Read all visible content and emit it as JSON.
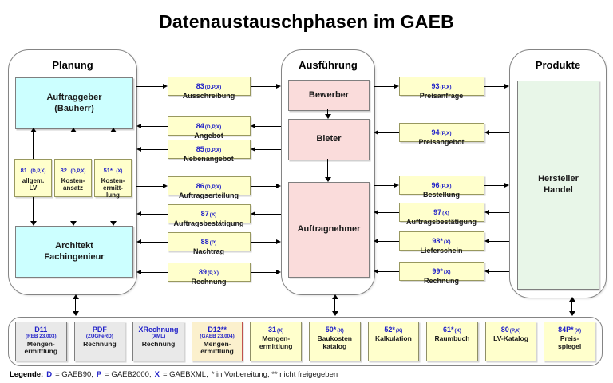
{
  "title": "Datenaustauschphasen im GAEB",
  "colors": {
    "code_blue": "#2121c8",
    "yellow_fill": "#ffffcc",
    "yellow_border": "#98985f",
    "cyan_fill": "#ccffff",
    "pink_fill": "#fadcdb",
    "green_fill": "#e8f6e8",
    "gray_fill": "#e9e9e9",
    "highlight_border": "#c0504d",
    "container_border": "#848484"
  },
  "phases": {
    "planung": {
      "label": "Planung",
      "top_box": "Auftraggeber\n(Bauherr)",
      "bottom_box": "Architekt\nFachingenieur",
      "docs": [
        {
          "code": "81",
          "formats": "(D,P,X)",
          "name": "allgem.\nLV"
        },
        {
          "code": "82",
          "formats": "(D,P,X)",
          "name": "Kosten-\nansatz"
        },
        {
          "code": "51*",
          "formats": "(X)",
          "name": "Kosten-\nermitt-\nlung"
        }
      ]
    },
    "ausfuehrung": {
      "label": "Ausführung",
      "boxes": [
        "Bewerber",
        "Bieter",
        "Auftragnehmer"
      ]
    },
    "produkte": {
      "label": "Produkte",
      "box": "Hersteller\nHandel"
    }
  },
  "left_flows": [
    {
      "code": "83",
      "formats": "(D,P,X)",
      "name": "Ausschreibung",
      "dir": "right"
    },
    {
      "code": "84",
      "formats": "(D,P,X)",
      "name": "Angebot",
      "dir": "left"
    },
    {
      "code": "85",
      "formats": "(D,P,X)",
      "name": "Nebenangebot",
      "dir": "left"
    },
    {
      "code": "86",
      "formats": "(D,P,X)",
      "name": "Auftragserteilung",
      "dir": "right"
    },
    {
      "code": "87",
      "formats": "(X)",
      "name": "Auftragsbestätigung",
      "dir": "left"
    },
    {
      "code": "88",
      "formats": "(P)",
      "name": "Nachtrag",
      "dir": "both"
    },
    {
      "code": "89",
      "formats": "(P,X)",
      "name": "Rechnung",
      "dir": "both"
    }
  ],
  "right_flows": [
    {
      "code": "93",
      "formats": "(P,X)",
      "name": "Preisanfrage",
      "dir": "right"
    },
    {
      "code": "94",
      "formats": "(P,X)",
      "name": "Preisangebot",
      "dir": "left"
    },
    {
      "code": "96",
      "formats": "(P,X)",
      "name": "Bestellung",
      "dir": "right"
    },
    {
      "code": "97",
      "formats": "(X)",
      "name": "Auftragsbestätigung",
      "dir": "left"
    },
    {
      "code": "98*",
      "formats": "(X)",
      "name": "Lieferschein",
      "dir": "left"
    },
    {
      "code": "99*",
      "formats": "(X)",
      "name": "Rechnung",
      "dir": "left"
    }
  ],
  "bottom_row": [
    {
      "code": "D11",
      "formats": "(REB 23.003)",
      "name": "Mengen-\nermittlung",
      "style": "gray",
      "fmt_block": true
    },
    {
      "code": "PDF",
      "formats": "(ZUGFeRD)",
      "name": "Rechnung",
      "style": "gray",
      "fmt_block": true
    },
    {
      "code": "XRechnung",
      "formats": "(XML)",
      "name": "Rechnung",
      "style": "gray",
      "fmt_block": true
    },
    {
      "code": "D12**",
      "formats": "(GAEB 23.004)",
      "name": "Mengen-\nermittlung",
      "style": "highlight",
      "fmt_block": true
    },
    {
      "code": "31",
      "formats": "(X)",
      "name": "Mengen-\nermittlung",
      "style": "yellow",
      "fmt_block": false
    },
    {
      "code": "50*",
      "formats": "(X)",
      "name": "Baukosten\nkatalog",
      "style": "yellow",
      "fmt_block": false
    },
    {
      "code": "52*",
      "formats": "(X)",
      "name": "Kalkulation",
      "style": "yellow",
      "fmt_block": false
    },
    {
      "code": "61*",
      "formats": "(X)",
      "name": "Raumbuch",
      "style": "yellow",
      "fmt_block": false
    },
    {
      "code": "80",
      "formats": "(P,X)",
      "name": "LV-Katalog",
      "style": "yellow",
      "fmt_block": false
    },
    {
      "code": "84P*",
      "formats": "(X)",
      "name": "Preis-\nspiegel",
      "style": "yellow",
      "fmt_block": false
    }
  ],
  "legend": {
    "parts": [
      {
        "text": "Legende:",
        "style": "label"
      },
      {
        "text": "D",
        "style": "key"
      },
      {
        "text": "= GAEB90,",
        "style": "plain"
      },
      {
        "text": "P",
        "style": "key"
      },
      {
        "text": "= GAEB2000,",
        "style": "plain"
      },
      {
        "text": "X",
        "style": "key"
      },
      {
        "text": "= GAEBXML,",
        "style": "plain"
      },
      {
        "text": "* in Vorbereitung, ** nicht freigegeben",
        "style": "plain"
      }
    ]
  }
}
